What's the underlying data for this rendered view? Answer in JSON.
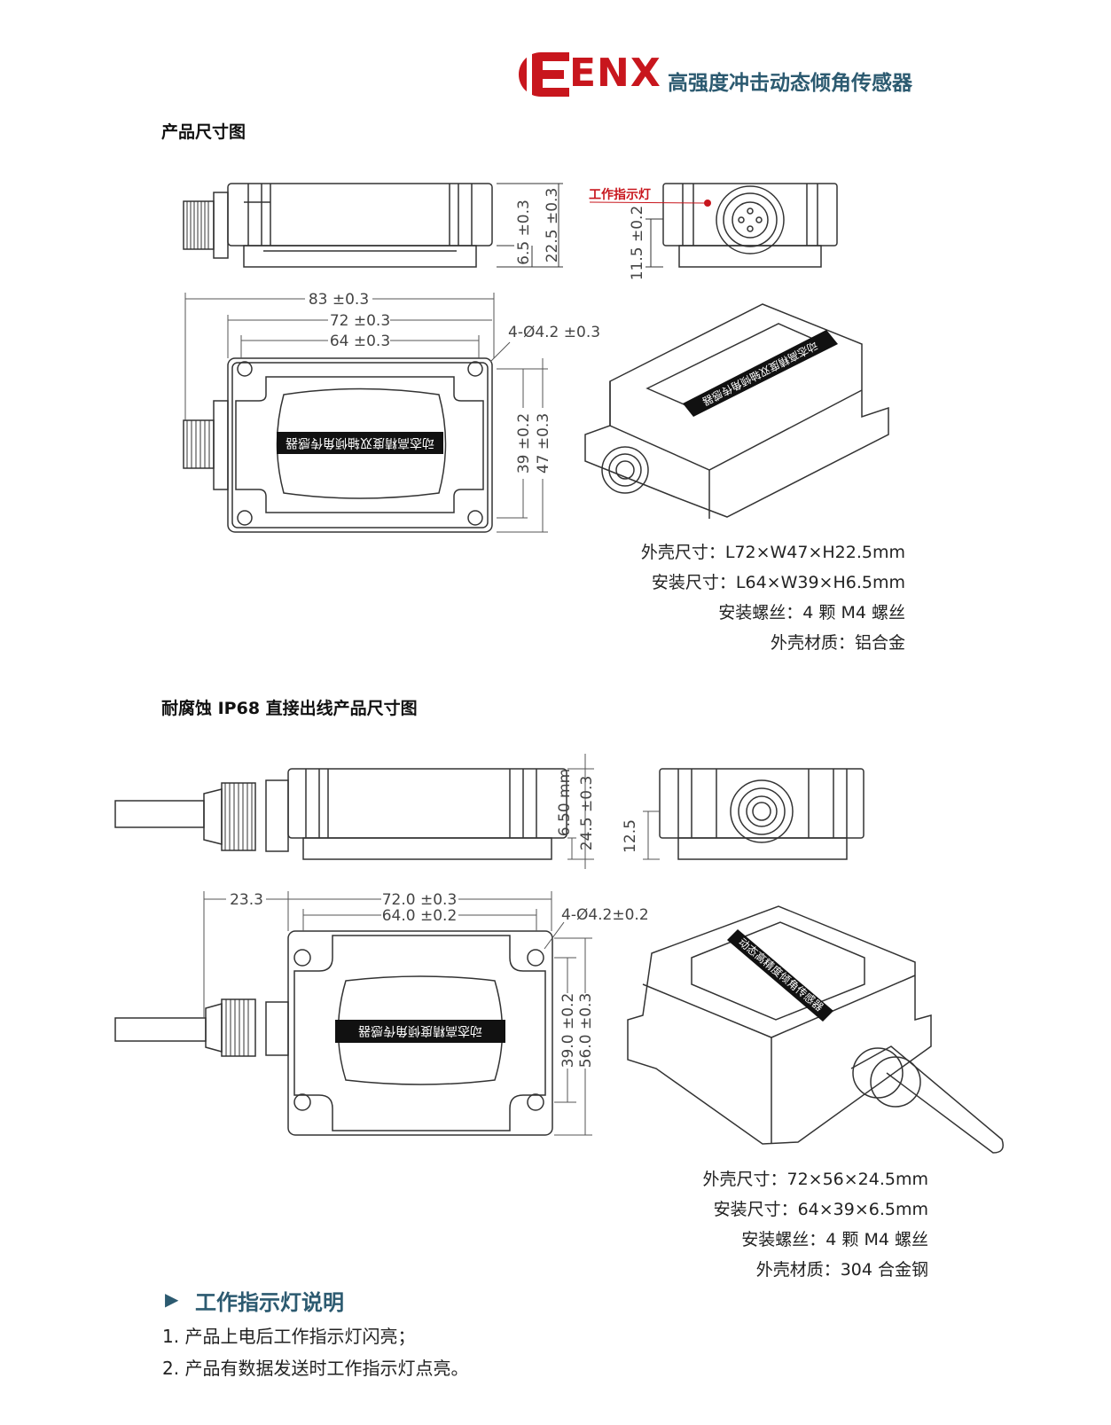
{
  "header": {
    "brand": "ENX",
    "subtitle": "高强度冲击动态倾角传感器",
    "brand_color": "#c8161d",
    "accent_color": "#2c5a70"
  },
  "section1": {
    "title": "产品尺寸图",
    "indicator_label": "工作指示灯",
    "label_text": "动态高精度双轴倾角传感器",
    "dims": {
      "side_small": "6.5 ±0.3",
      "side_total": "22.5 ±0.3",
      "end_height": "11.5 ±0.2",
      "len_outer": "83 ±0.3",
      "len_body": "72 ±0.3",
      "len_mount": "64 ±0.3",
      "holes": "4-Ø4.2 ±0.3",
      "w_mount": "39 ±0.2",
      "w_body": "47 ±0.3"
    },
    "specs": [
      "外壳尺寸：L72×W47×H22.5mm",
      "安装尺寸：L64×W39×H6.5mm",
      "安装螺丝：4 颗 M4 螺丝",
      "外壳材质：铝合金"
    ]
  },
  "section2": {
    "title": "耐腐蚀 IP68 直接出线产品尺寸图",
    "label_text": "动态高精度倾角传感器",
    "dims": {
      "side_small": "6.50 mm",
      "side_total": "24.5 ±0.3",
      "end_height": "12.5",
      "cable": "23.3",
      "len_body": "72.0 ±0.3",
      "len_mount": "64.0 ±0.2",
      "holes": "4-Ø4.2±0.2",
      "w_mount": "39.0 ±0.2",
      "w_body": "56.0 ±0.3"
    },
    "specs": [
      "外壳尺寸：72×56×24.5mm",
      "安装尺寸：64×39×6.5mm",
      "安装螺丝：4 颗 M4 螺丝",
      "外壳材质：304 合金钢"
    ]
  },
  "indicator": {
    "title": "工作指示灯说明",
    "items": [
      "1. 产品上电后工作指示灯闪亮；",
      "2. 产品有数据发送时工作指示灯点亮。"
    ]
  }
}
